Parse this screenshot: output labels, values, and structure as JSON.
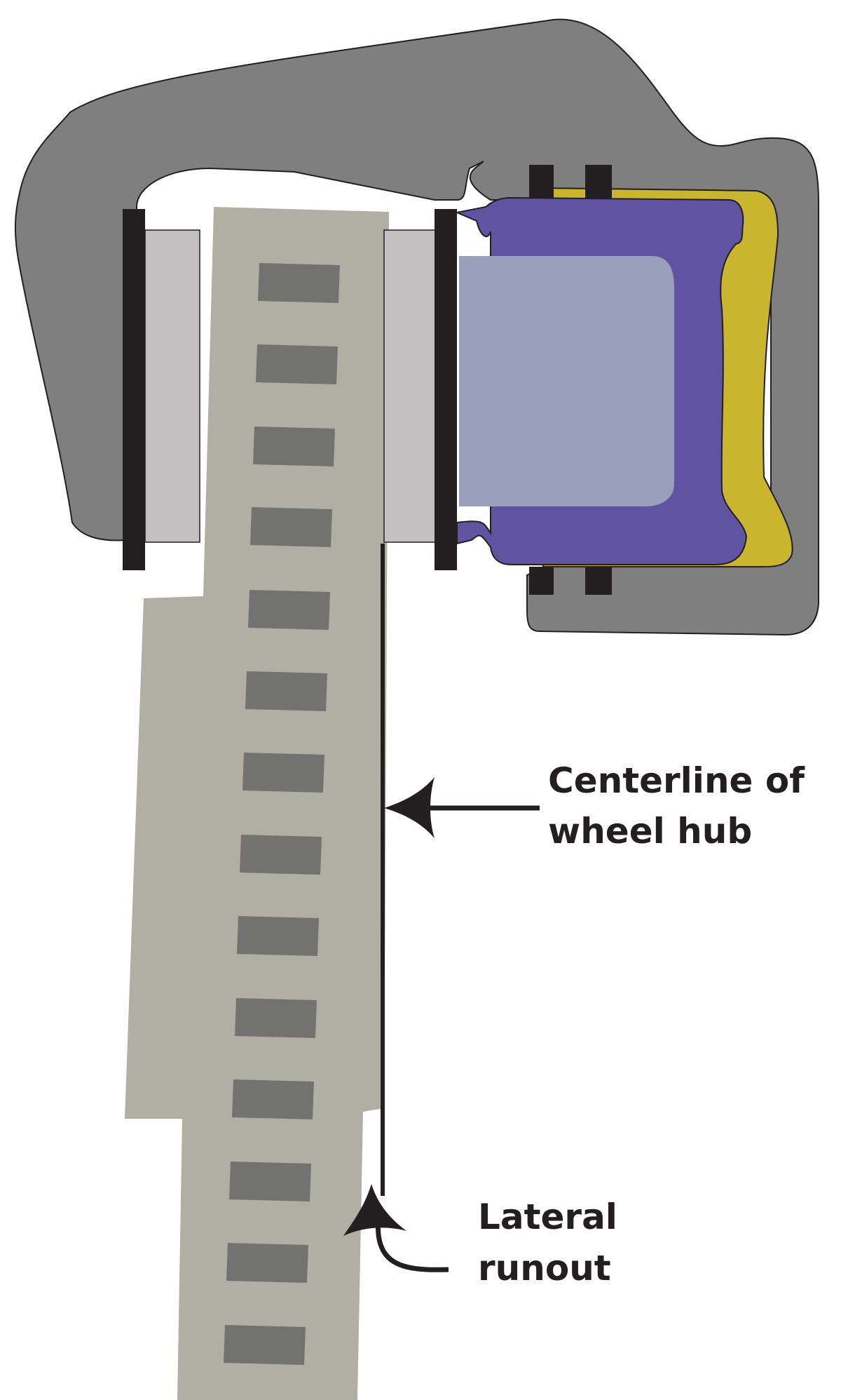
{
  "labels": {
    "centerline_line1": "Centerline of",
    "centerline_line2": "wheel hub",
    "runout_line1": "Lateral",
    "runout_line2": "runout"
  },
  "colors": {
    "caliper": "#7f7f7f",
    "rotor": "#b0afa3",
    "rotor_vent": "#727270",
    "pad_backing": "#c2c0c1",
    "shim": "#231f20",
    "piston": "#5f53a2",
    "piston_face": "#9a9fbc",
    "seal": "#c9b62e",
    "outline": "#231f20"
  }
}
